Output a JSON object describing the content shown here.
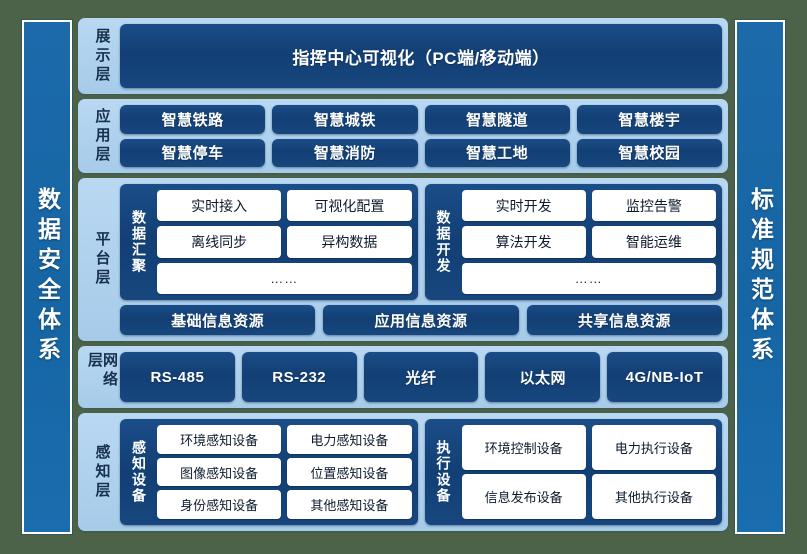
{
  "colors": {
    "background": "#4c6349",
    "pillar": "#1c6aa9",
    "layer_band": "#a6cbe9",
    "chip_navy": "#14457d",
    "white_box": "#ffffff",
    "label_text": "#16314f"
  },
  "pillars": {
    "left": "数据安全体系",
    "right": "标准规范体系"
  },
  "layers": [
    {
      "id": "display",
      "label": "展示层",
      "items": [
        "指挥中心可视化（PC端/移动端）"
      ]
    },
    {
      "id": "application",
      "label": "应用层",
      "rows": [
        [
          "智慧铁路",
          "智慧城铁",
          "智慧隧道",
          "智慧楼宇"
        ],
        [
          "智慧停车",
          "智慧消防",
          "智慧工地",
          "智慧校园"
        ]
      ]
    },
    {
      "id": "platform",
      "label": "平台层",
      "groups": [
        {
          "title": "数据汇聚",
          "rows": [
            [
              "实时接入",
              "可视化配置"
            ],
            [
              "离线同步",
              "异构数据"
            ]
          ],
          "ellipsis": "……"
        },
        {
          "title": "数据开发",
          "rows": [
            [
              "实时开发",
              "监控告警"
            ],
            [
              "算法开发",
              "智能运维"
            ]
          ],
          "ellipsis": "……"
        }
      ],
      "resources": [
        "基础信息资源",
        "应用信息资源",
        "共享信息资源"
      ]
    },
    {
      "id": "network",
      "label": "网络层",
      "items": [
        "RS-485",
        "RS-232",
        "光纤",
        "以太网",
        "4G/NB-IoT"
      ]
    },
    {
      "id": "sensing",
      "label": "感知层",
      "groups": [
        {
          "title": "感知设备",
          "rows": [
            [
              "环境感知设备",
              "电力感知设备"
            ],
            [
              "图像感知设备",
              "位置感知设备"
            ],
            [
              "身份感知设备",
              "其他感知设备"
            ]
          ]
        },
        {
          "title": "执行设备",
          "rows": [
            [
              "环境控制设备",
              "电力执行设备"
            ],
            [
              "信息发布设备",
              "其他执行设备"
            ]
          ]
        }
      ]
    }
  ]
}
